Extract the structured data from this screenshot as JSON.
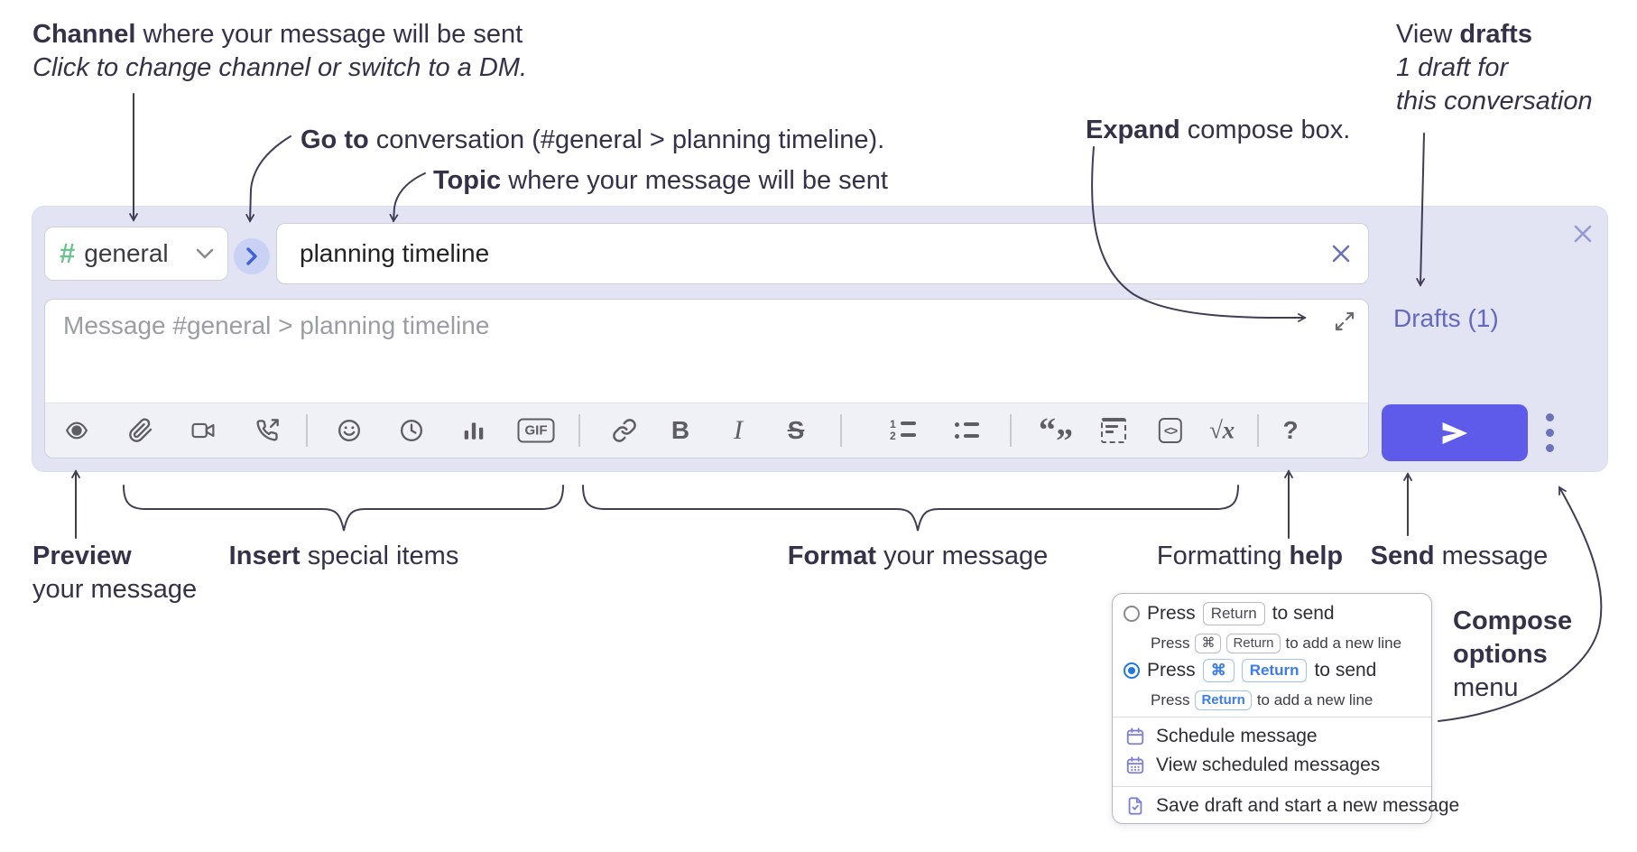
{
  "annotations": {
    "channel_note": {
      "bold": "Channel",
      "rest": " where your message will be sent",
      "sub": "Click to change channel or switch to a DM."
    },
    "goto_note": {
      "bold": "Go to",
      "rest": " conversation (#general > planning timeline)."
    },
    "topic_note": {
      "bold": "Topic",
      "rest": " where your message will be sent"
    },
    "expand_note": {
      "bold": "Expand",
      "rest": " compose box."
    },
    "drafts_note": {
      "pre": "View ",
      "bold": "drafts",
      "line2": "1 draft for",
      "line3": "this conversation"
    },
    "preview_note": {
      "bold": "Preview",
      "line2": "your message"
    },
    "insert_note": {
      "bold": "Insert",
      "rest": " special items"
    },
    "format_note": {
      "bold": "Format",
      "rest": " your message"
    },
    "help_note": {
      "pre": "Formatting ",
      "bold": "help"
    },
    "send_note": {
      "bold": "Send",
      "rest": " message"
    },
    "compose_options_note": {
      "bold1": "Compose",
      "bold2": "options",
      "line3": "menu"
    }
  },
  "compose": {
    "channel": {
      "hash": "#",
      "name": "general"
    },
    "topic": {
      "value": "planning timeline"
    },
    "message": {
      "placeholder": "Message #general > planning timeline"
    },
    "drafts_link": {
      "label": "Drafts (1)"
    },
    "toolbar": {
      "gif": "GIF",
      "bold": "B",
      "italic": "I",
      "strike": "S",
      "math": "√x",
      "help": "?",
      "code": "<>",
      "quote_open": "“",
      "quote_close": "”",
      "ol1": "1",
      "ol2": "2"
    }
  },
  "menu": {
    "opt1": {
      "press": "Press",
      "key1": "Return",
      "after": "to send",
      "sub_press": "Press",
      "sub_key1": "⌘",
      "sub_key2": "Return",
      "sub_after": "to add a new line"
    },
    "opt2": {
      "press": "Press",
      "key1": "⌘",
      "key2": "Return",
      "after": "to send",
      "sub_press": "Press",
      "sub_key1": "Return",
      "sub_after": "to add a new line"
    },
    "item1": {
      "label": "Schedule message"
    },
    "item2": {
      "label": "View scheduled messages"
    },
    "item3": {
      "label": "Save draft and start a new message"
    }
  },
  "colors": {
    "accent_send": "#5e5bea",
    "container": "#e2e4f3",
    "drafts_link": "#6569bd",
    "kbd_blue": "#3b7ce8",
    "radio_selected": "#2079e0",
    "menu_icon": "#7c80d8",
    "hash_green": "#6bc48f",
    "goto_blue": "#3e62d8",
    "annotation": "#343148"
  }
}
